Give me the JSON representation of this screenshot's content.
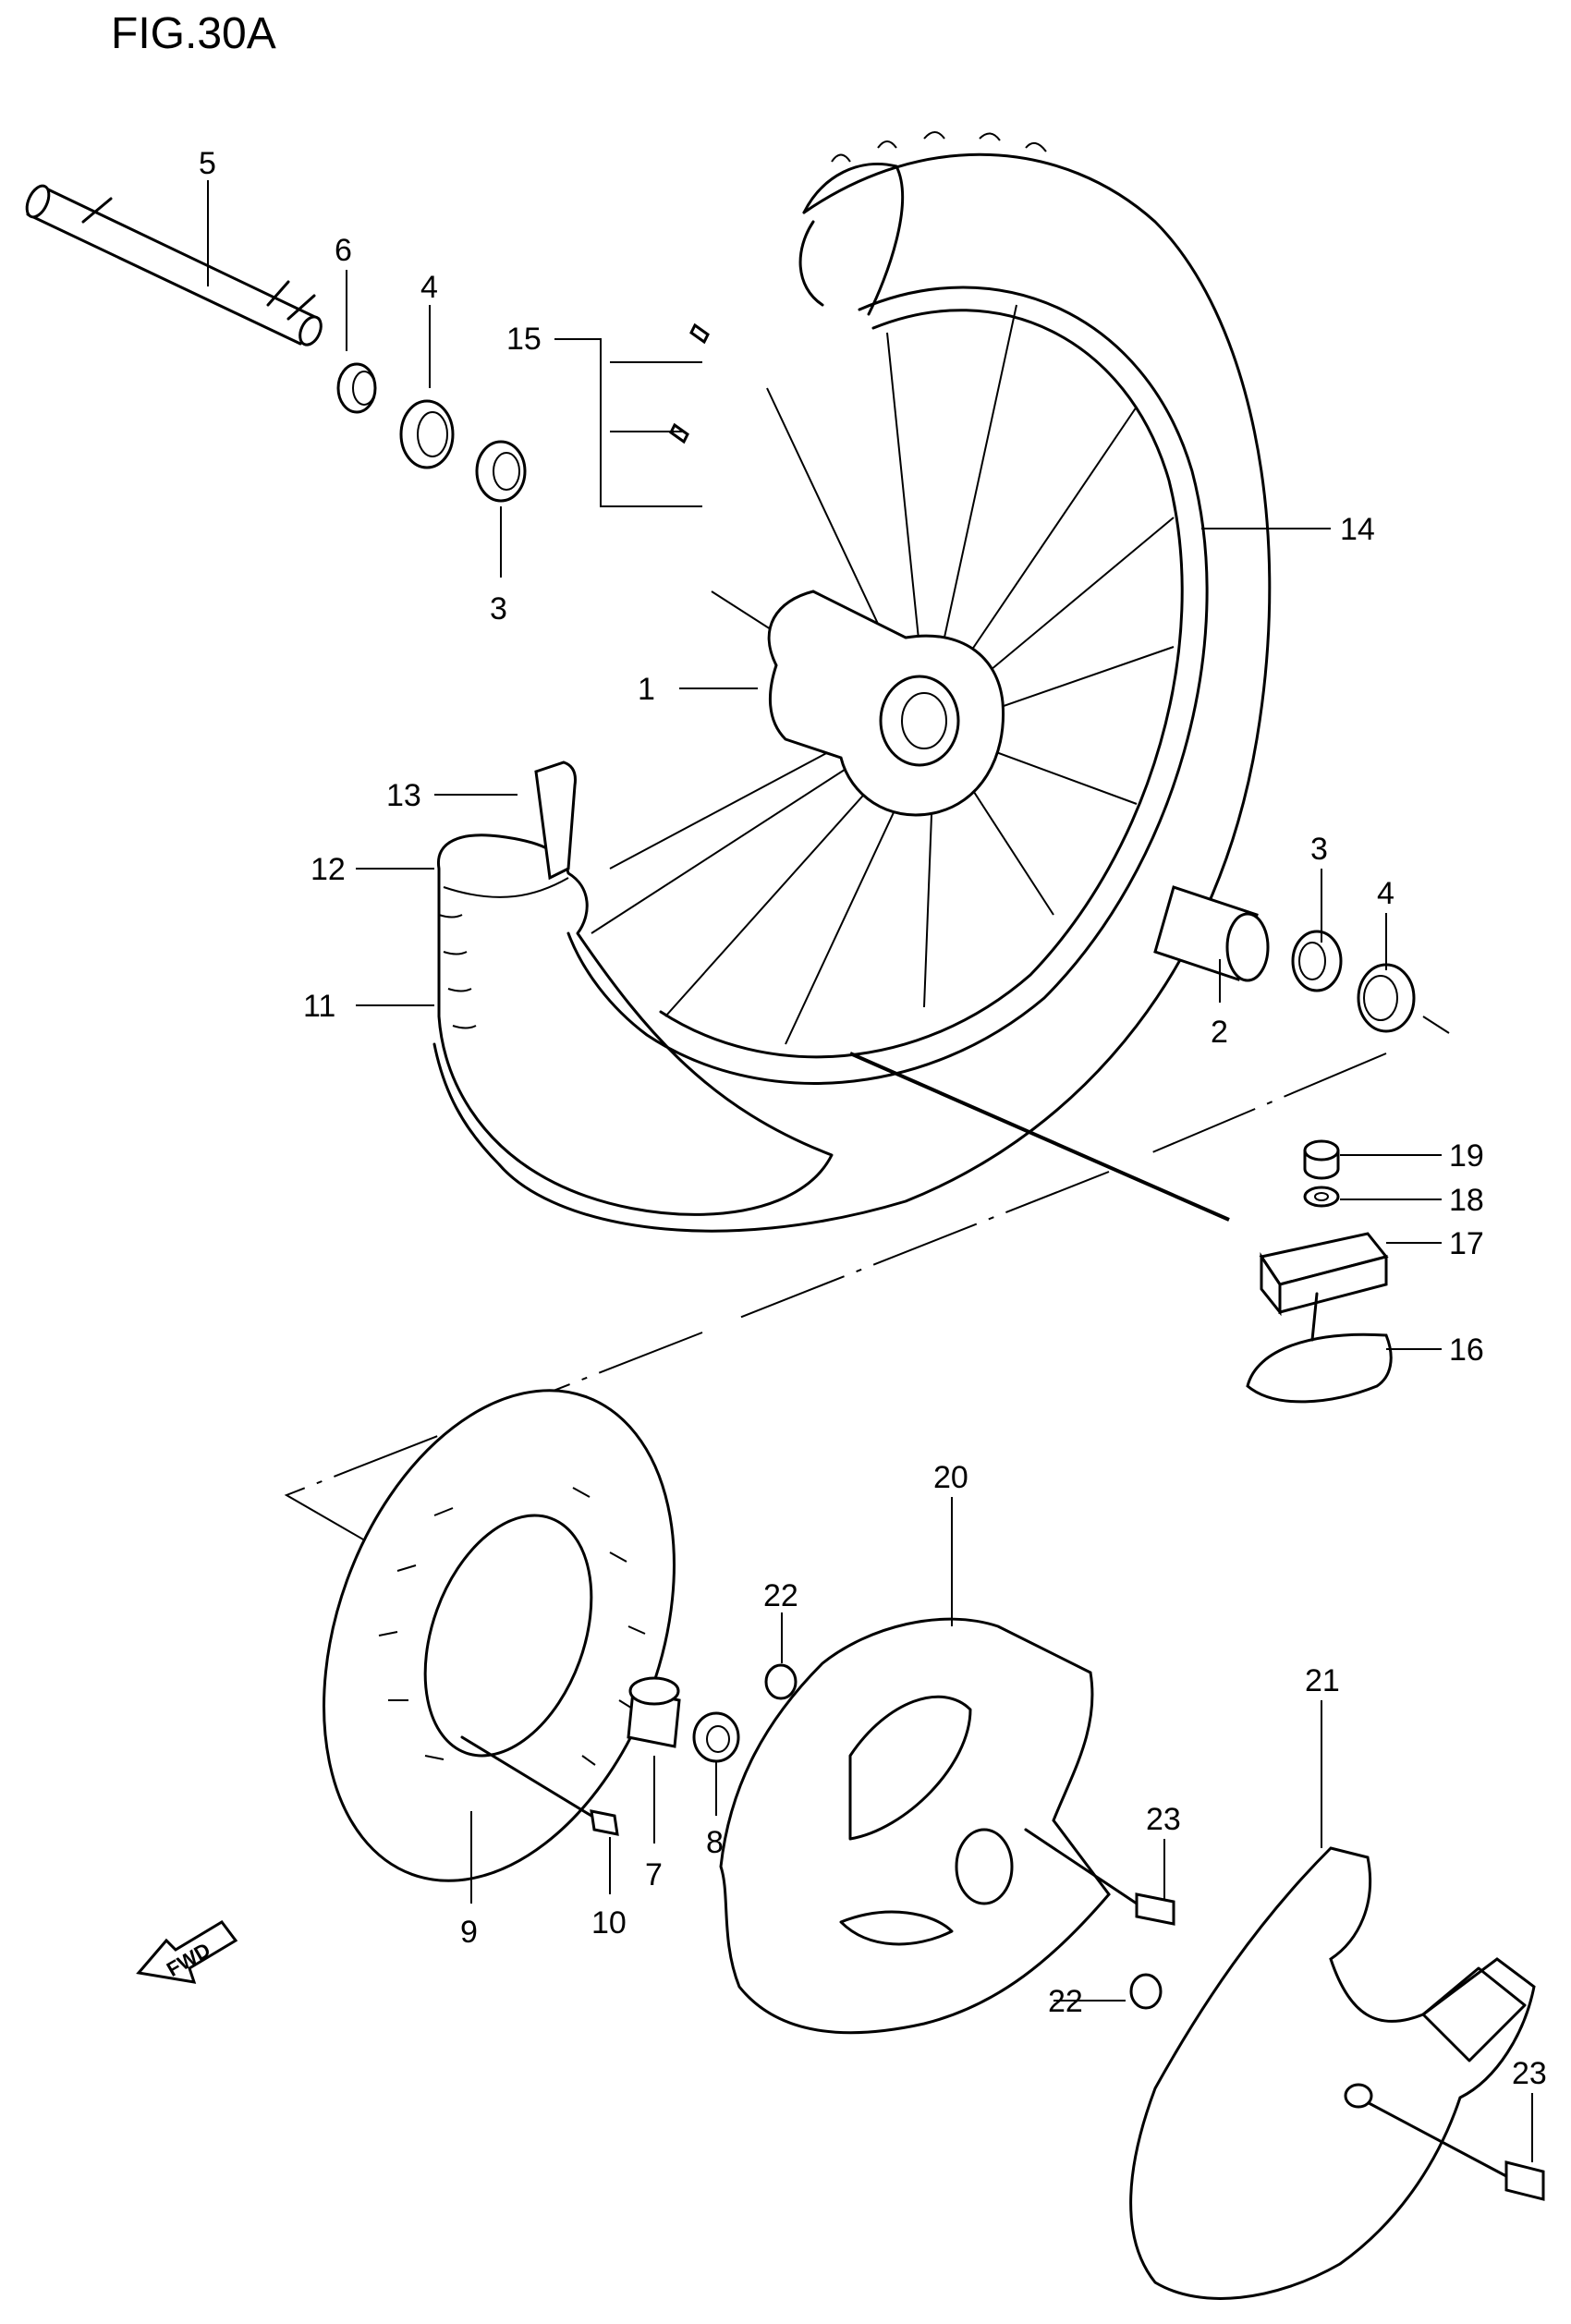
{
  "figure": {
    "title": "FIG.30A"
  },
  "fwd_label": "FWD",
  "callouts": {
    "c1": "1",
    "c2": "2",
    "c3a": "3",
    "c3b": "3",
    "c4a": "4",
    "c4b": "4",
    "c5": "5",
    "c6": "6",
    "c7": "7",
    "c8": "8",
    "c9": "9",
    "c10": "10",
    "c11": "11",
    "c12": "12",
    "c13": "13",
    "c14": "14",
    "c15": "15",
    "c16": "16",
    "c17": "17",
    "c18": "18",
    "c19": "19",
    "c20": "20",
    "c21": "21",
    "c22a": "22",
    "c22b": "22",
    "c23a": "23",
    "c23b": "23"
  },
  "parts": [
    "axle",
    "spacer",
    "oil-seal",
    "bearing",
    "hub",
    "rim",
    "tire",
    "spoke",
    "tube",
    "rim-band",
    "valve",
    "rim-lock",
    "washer",
    "nut",
    "brake-disc",
    "disc-bolt",
    "collar",
    "disc-cover",
    "disc-guard",
    "cover-bolt",
    "grommet"
  ]
}
